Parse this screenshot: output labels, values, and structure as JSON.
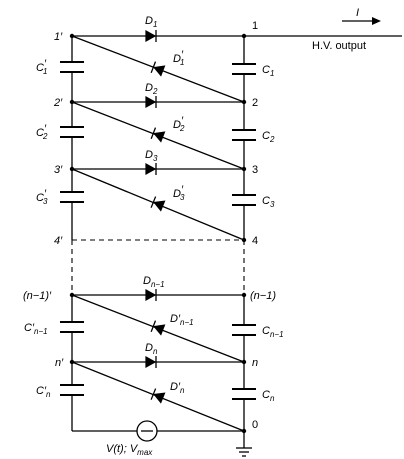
{
  "nodes": {
    "n1p": "1′",
    "n1": "1",
    "n2p": "2′",
    "n2": "2",
    "n3p": "3′",
    "n3": "3",
    "n4p": "4′",
    "n4": "4",
    "nn1p": "(n−1)′",
    "nn1": "(n−1)",
    "nnp": "n′",
    "nn": "n",
    "n0": "0"
  },
  "diodes": {
    "D1": {
      "base": "D",
      "sub": "1",
      "prime": ""
    },
    "D1p": {
      "base": "D",
      "sub": "1",
      "prime": "′"
    },
    "D2": {
      "base": "D",
      "sub": "2",
      "prime": ""
    },
    "D2p": {
      "base": "D",
      "sub": "2",
      "prime": "′"
    },
    "D3": {
      "base": "D",
      "sub": "3",
      "prime": ""
    },
    "D3p": {
      "base": "D",
      "sub": "3",
      "prime": "′"
    },
    "Dn1": {
      "base": "D",
      "sub": "n−1",
      "prime": ""
    },
    "Dn1p": {
      "base": "D′",
      "sub": "n−1",
      "prime": ""
    },
    "Dn": {
      "base": "D",
      "sub": "n",
      "prime": ""
    },
    "Dnp": {
      "base": "D′",
      "sub": "n",
      "prime": ""
    }
  },
  "capacitors": {
    "C1p": {
      "base": "C",
      "sub": "1",
      "prime": "′"
    },
    "C1": {
      "base": "C",
      "sub": "1",
      "prime": ""
    },
    "C2p": {
      "base": "C",
      "sub": "2",
      "prime": "′"
    },
    "C2": {
      "base": "C",
      "sub": "2",
      "prime": ""
    },
    "C3p": {
      "base": "C",
      "sub": "3",
      "prime": "′"
    },
    "C3": {
      "base": "C",
      "sub": "3",
      "prime": ""
    },
    "Cn1p": {
      "base": "C′",
      "sub": "n−1",
      "prime": ""
    },
    "Cn1": {
      "base": "C",
      "sub": "n−1",
      "prime": ""
    },
    "Cnp": {
      "base": "C′",
      "sub": "n",
      "prime": ""
    },
    "Cn": {
      "base": "C",
      "sub": "n",
      "prime": ""
    }
  },
  "output": {
    "current_label": "I",
    "label": "H.V. output"
  },
  "source": {
    "label": "V(t); V",
    "label_sub": "max"
  }
}
